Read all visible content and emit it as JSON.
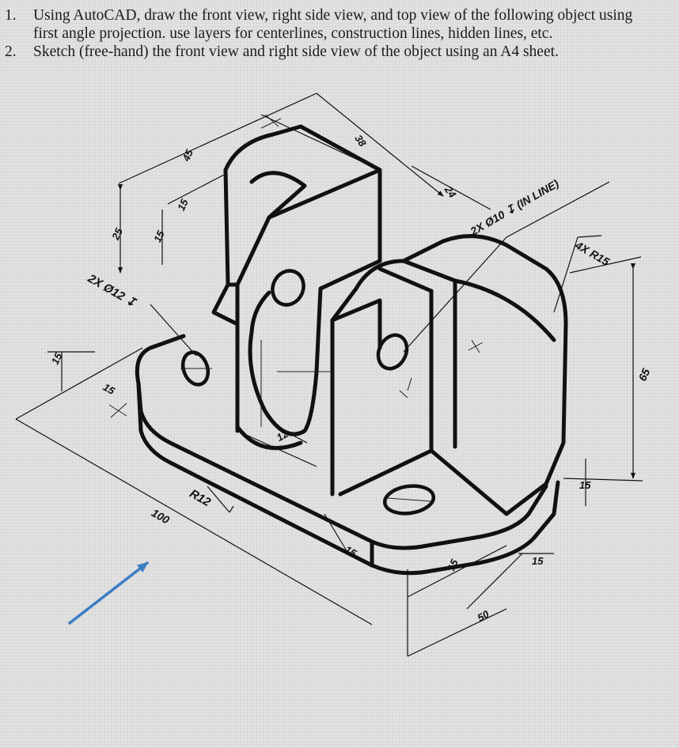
{
  "instructions": [
    {
      "number": "1.",
      "text": "Using AutoCAD, draw the front view, right side view, and top view of the following object using",
      "continuation": "first angle projection. use layers for centerlines, construction lines, hidden lines, etc."
    },
    {
      "number": "2.",
      "text": "Sketch (free-hand) the front view and right side view of the object using an A4 sheet."
    }
  ],
  "dimensions": {
    "d45": "45",
    "d38": "38",
    "d24": "24",
    "d15_top": "15",
    "d25": "25",
    "d15_left": "15",
    "holes_left": "2X Ø12 ↧",
    "d15_side": "15",
    "d15_base": "15",
    "d12": "12",
    "r12": "R12",
    "d100": "100",
    "holes_right": "2X Ø10 ↧ (IN LINE)",
    "r15": "4X R15",
    "d65": "65",
    "d15_right": "15",
    "d15_bot1": "15",
    "d15_bot2": "15",
    "d15_bot3": "15",
    "d50": "50"
  },
  "colors": {
    "ink": "#111111",
    "arrow": "#3b7dc4",
    "paper": "#e2e2e2"
  }
}
